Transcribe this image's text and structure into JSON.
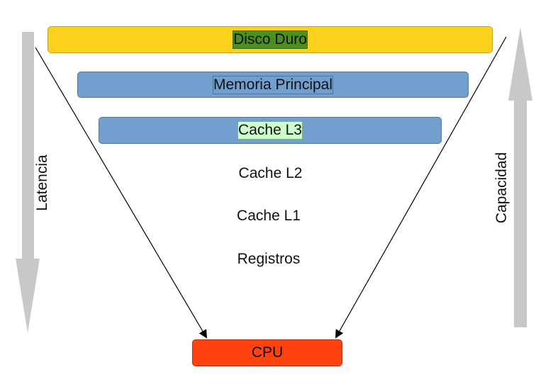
{
  "levels": [
    {
      "label": "Disco Duro",
      "color": "#fcd21f",
      "border": "#c8a010"
    },
    {
      "label": "Memoria Principal",
      "color": "#4b8f23",
      "border": "#356a17"
    },
    {
      "label": "Cache L3",
      "color": "#729fcf",
      "border": "#4a75a5"
    },
    {
      "label": "Cache L2",
      "color": "#729fcf",
      "border": "#4a75a5"
    },
    {
      "label": "Cache L1",
      "color": "#729fcf",
      "border": "#4a75a5"
    },
    {
      "label": "Registros",
      "color": "#ccffcc",
      "border": "#7fb07f"
    }
  ],
  "cpu": {
    "label": "CPU",
    "color": "#ff420e",
    "border": "#b83008"
  },
  "left_axis": {
    "label": "Latencia",
    "direction": "down",
    "color": "#c8c8c8"
  },
  "right_axis": {
    "label": "Capacidad",
    "direction": "up",
    "color": "#c8c8c8"
  }
}
